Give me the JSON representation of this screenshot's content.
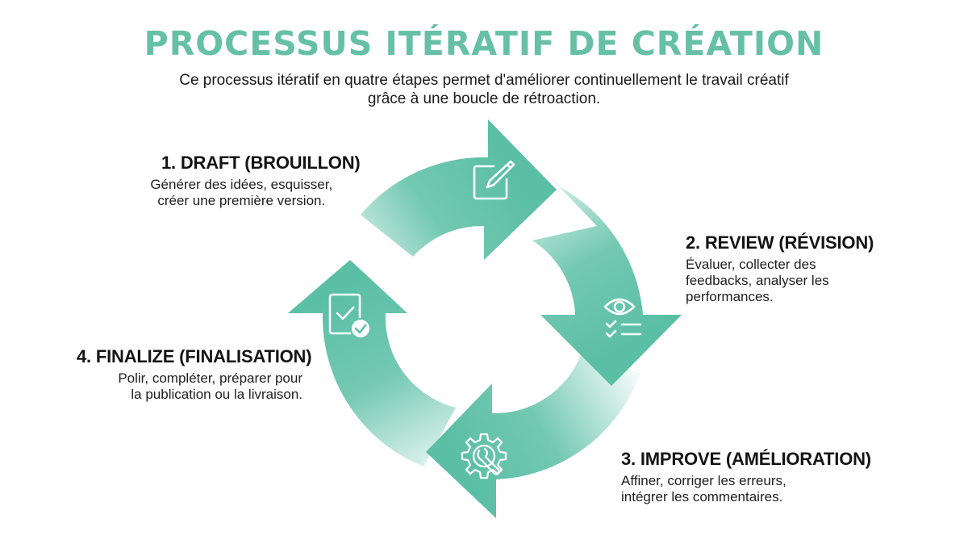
{
  "header": {
    "title": "PROCESSUS ITÉRATIF DE CRÉATION",
    "subtitle_line1": "Ce processus itératif en quatre étapes permet d'améliorer continuellement le travail créatif",
    "subtitle_line2": "grâce à une boucle de rétroaction."
  },
  "steps": [
    {
      "title": "1. DRAFT (BROUILLON)",
      "desc_line1": "Générer des idées, esquisser,",
      "desc_line2": "créer une première version.",
      "icon": "edit-pencil-icon"
    },
    {
      "title": "2. REVIEW (RÉVISION)",
      "desc_line1": "Évaluer, collecter des",
      "desc_line2": "feedbacks, analyser les",
      "desc_line3": "performances.",
      "icon": "eye-checklist-icon"
    },
    {
      "title": "3. IMPROVE (AMÉLIORATION)",
      "desc_line1": "Affiner, corriger les erreurs,",
      "desc_line2": "intégrer les commentaires.",
      "icon": "gear-wrench-icon"
    },
    {
      "title": "4. FINALIZE (FINALISATION)",
      "desc_line1": "Polir, compléter, préparer pour",
      "desc_line2": "la publication ou la livraison.",
      "icon": "document-check-icon"
    }
  ],
  "colors": {
    "accent": "#5bbfa5",
    "accent_light": "#d6efe8",
    "title": "#66c0a6",
    "text": "#141414"
  }
}
